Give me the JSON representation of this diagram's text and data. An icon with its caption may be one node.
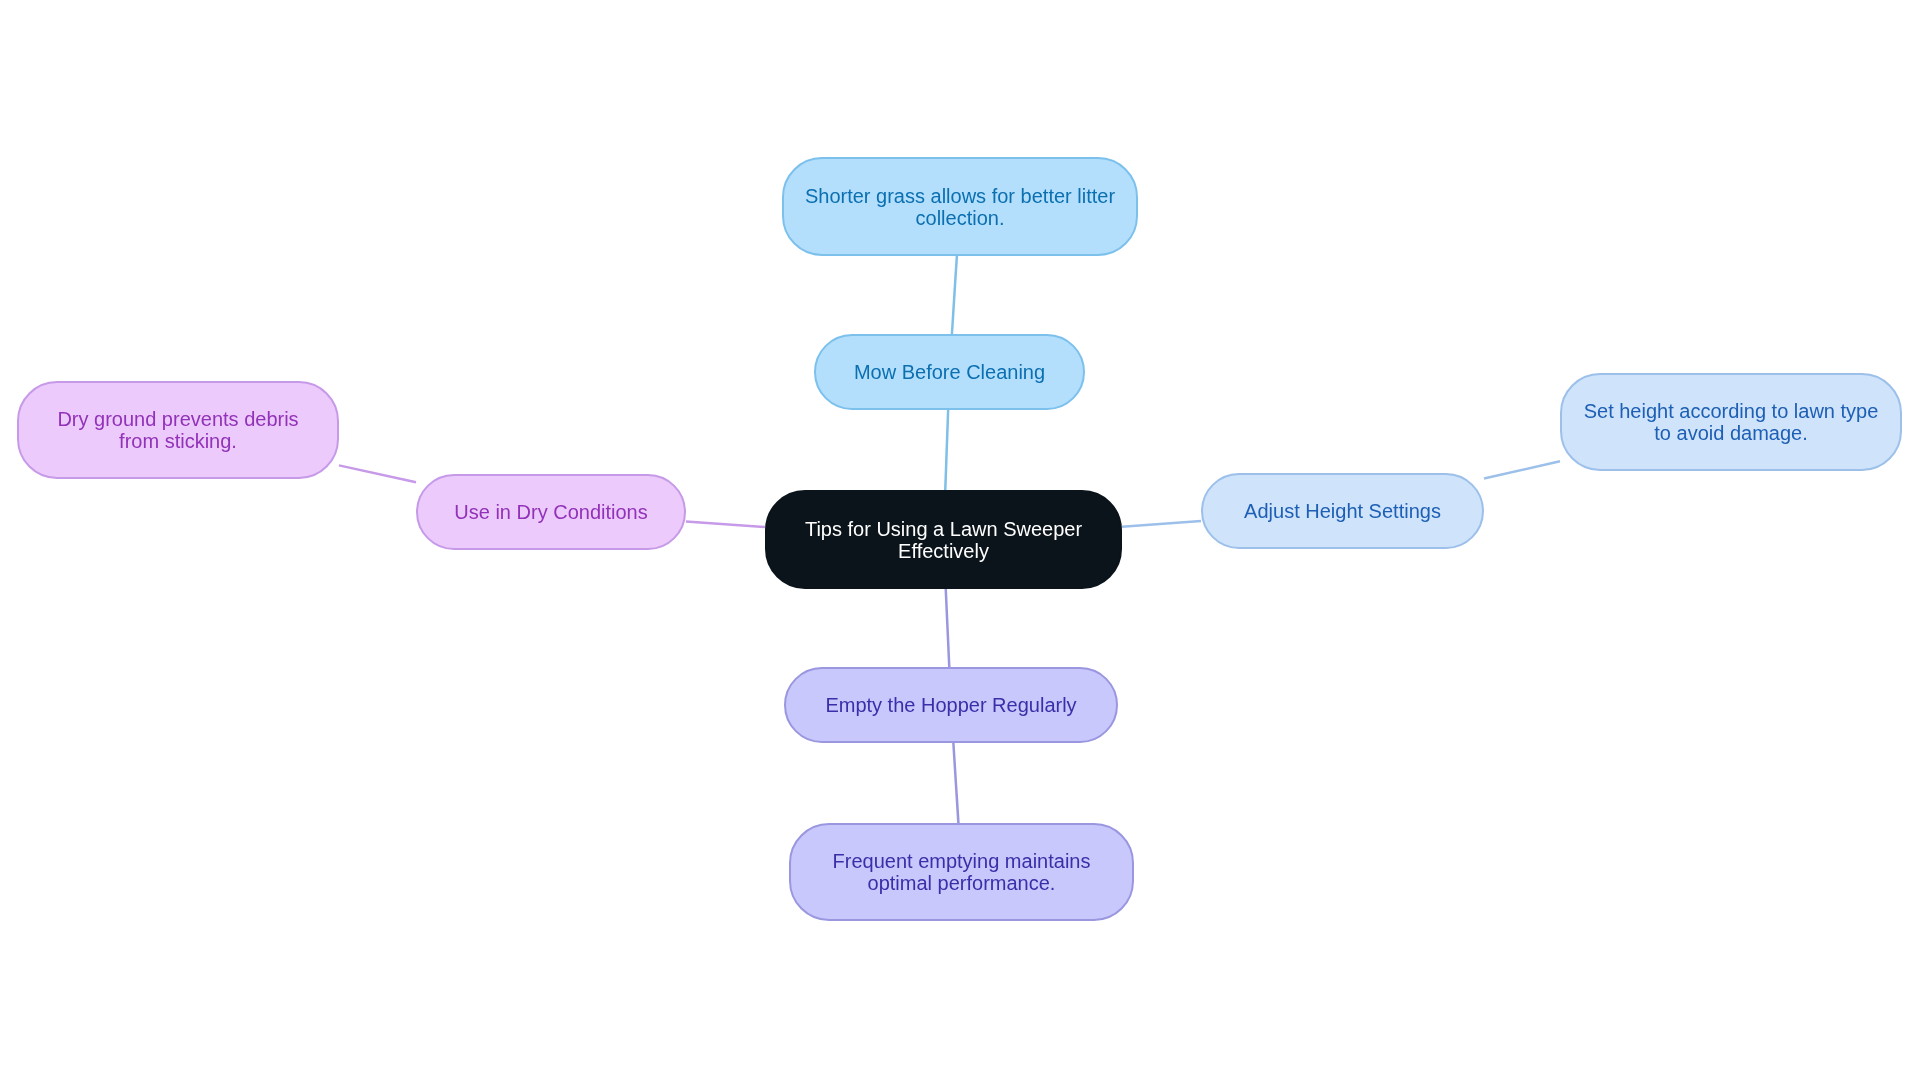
{
  "diagram": {
    "nodes": [
      {
        "text": [
          "Tips for Using a Lawn Sweeper Effectively"
        ]
      },
      {
        "text": [
          "Mow Before Cleaning"
        ]
      },
      {
        "text": [
          "Shorter grass allows for better litter collection."
        ]
      },
      {
        "text": [
          "Adjust Height Settings"
        ]
      },
      {
        "text": [
          "Set height according to lawn type to avoid damage."
        ]
      },
      {
        "text": [
          "Empty the Hopper Regularly"
        ]
      },
      {
        "text": [
          "Frequent emptying maintains optimal performance."
        ]
      },
      {
        "text": [
          "Use in Dry Conditions"
        ]
      },
      {
        "text": [
          "Dry ground prevents debris from sticking."
        ]
      }
    ],
    "edges": [
      {
        "from": 0,
        "to": 1,
        "arrow": "none",
        "color": "#7fbfe8"
      },
      {
        "from": 1,
        "to": 2,
        "arrow": "none",
        "color": "#7fbfe8"
      },
      {
        "from": 0,
        "to": 3,
        "arrow": "none",
        "color": "#9cc0ea"
      },
      {
        "from": 3,
        "to": 4,
        "arrow": "none",
        "color": "#9cc0ea"
      },
      {
        "from": 0,
        "to": 5,
        "arrow": "none",
        "color": "#9a97e0"
      },
      {
        "from": 5,
        "to": 6,
        "arrow": "none",
        "color": "#9a97e0"
      },
      {
        "from": 0,
        "to": 7,
        "arrow": "none",
        "color": "#c69ae8"
      },
      {
        "from": 7,
        "to": 8,
        "arrow": "none",
        "color": "#c69ae8"
      }
    ]
  }
}
